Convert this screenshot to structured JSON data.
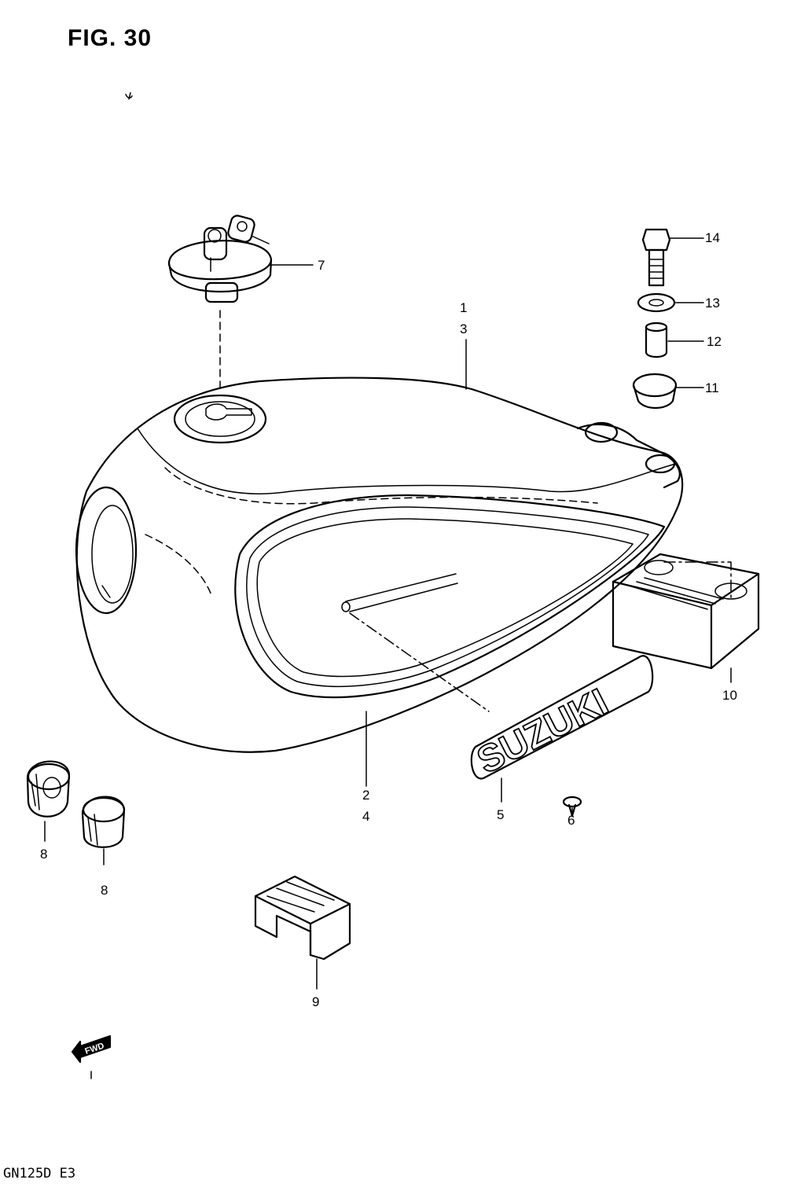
{
  "figure": {
    "title": "FIG. 30",
    "model_code": "GN125D  E3"
  },
  "callouts": {
    "c1": "1",
    "c3": "3",
    "c2": "2",
    "c4": "4",
    "c5": "5",
    "c6": "6",
    "c7": "7",
    "c8a": "8",
    "c8b": "8",
    "c9": "9",
    "c10": "10",
    "c11": "11",
    "c12": "12",
    "c13": "13",
    "c14": "14"
  },
  "emblem_text": "SUZUKI",
  "fwd_label": "FWD"
}
